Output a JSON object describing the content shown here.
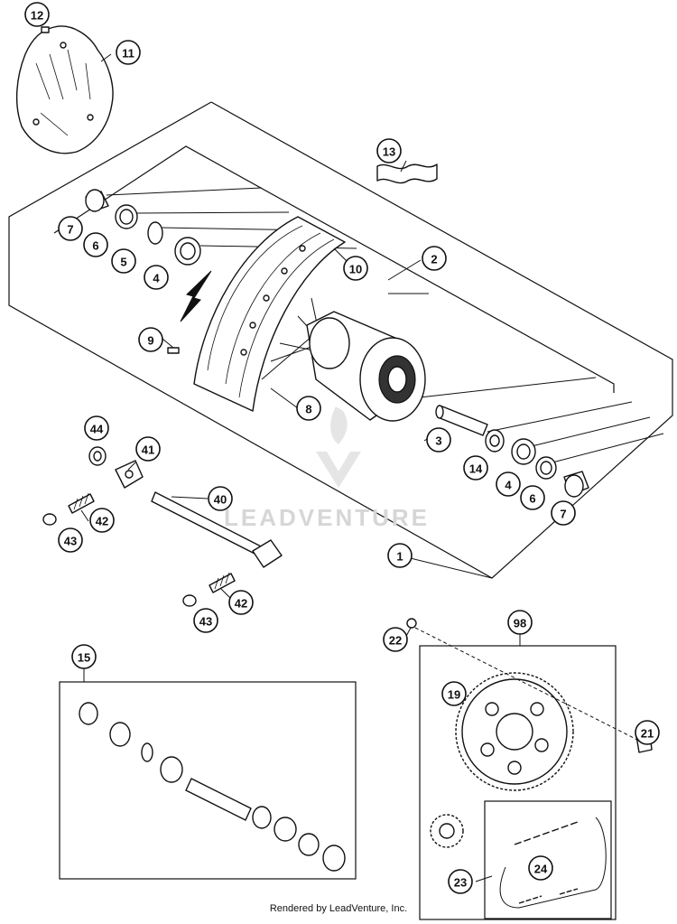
{
  "callouts": [
    "12",
    "11",
    "13",
    "7",
    "6",
    "5",
    "4",
    "10",
    "2",
    "9",
    "8",
    "3",
    "14",
    "4",
    "6",
    "7",
    "44",
    "41",
    "40",
    "42",
    "43",
    "42",
    "43",
    "1",
    "15",
    "98",
    "22",
    "19",
    "21",
    "23",
    "24"
  ],
  "footer": "Rendered by LeadVenture, Inc.",
  "watermark": "LEADVENTURE",
  "colors": {
    "line": "#111111",
    "background": "#ffffff",
    "watermark": "#d6d6d6"
  }
}
